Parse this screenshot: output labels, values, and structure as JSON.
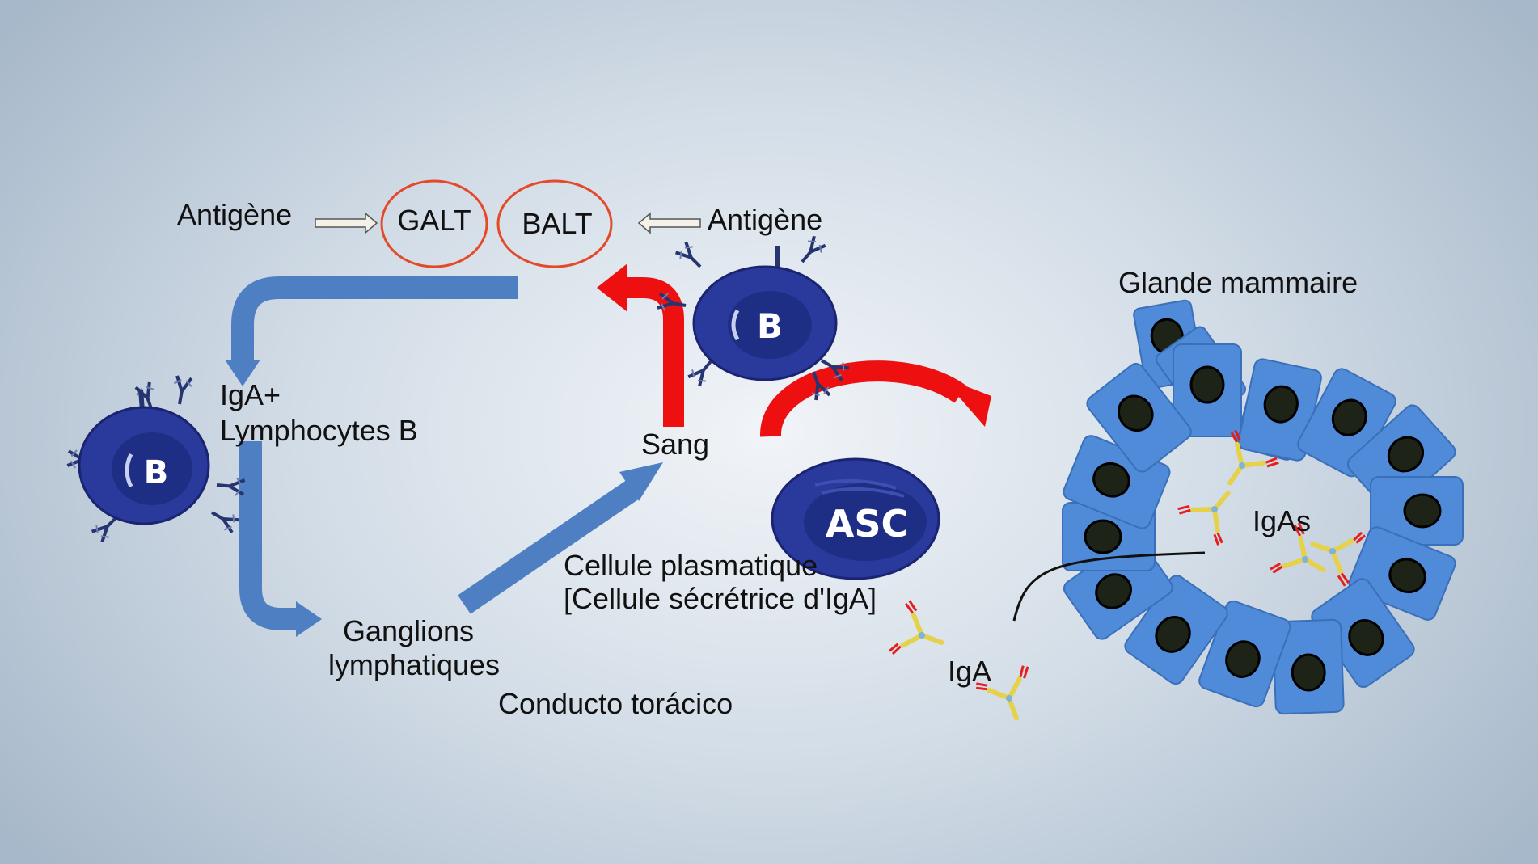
{
  "labels": {
    "antigen_left": "Antigène",
    "galt": "GALT",
    "balt": "BALT",
    "antigen_right": "Antigène",
    "iga_plus": "IgA+",
    "lymphocytes_b": "Lymphocytes B",
    "sang": "Sang",
    "mammary_gland": "Glande mammaire",
    "igas": "IgAs",
    "plasma_cell_line1": "Cellule plasmatique",
    "plasma_cell_line2": "[Cellule sécrétrice d'IgA]",
    "lymph_nodes_line1": "Ganglions",
    "lymph_nodes_line2": "lymphatiques",
    "thoracic_duct": "Conducto torácico",
    "iga": "IgA"
  },
  "cells": {
    "b_cell_letter": "B",
    "asc_letter": "ASC"
  },
  "colors": {
    "cell_blue": "#2a3a9c",
    "cell_nucleus": "#1e2e84",
    "flow_blue": "#4f7fc3",
    "blood_red": "#ee1010",
    "epithelium": "#4f8bd8",
    "nucleus_dark": "#1d2417",
    "antibody_yellow": "#e6d24a",
    "antibody_red": "#e61d1d"
  }
}
